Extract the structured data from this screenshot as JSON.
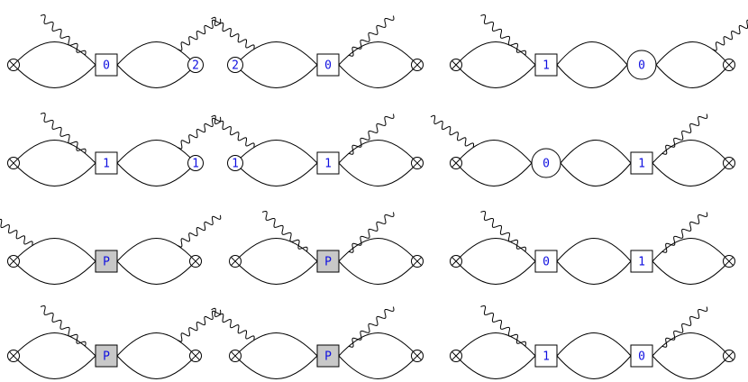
{
  "colors": {
    "line": "#000000",
    "label": "#1010e0",
    "box": "#ffffff",
    "box_shaded": "#c8c8c8"
  },
  "diagrams": [
    {
      "type": "double",
      "vertex": "0",
      "vertex_shaded": false,
      "end_left": "cross",
      "end_right": "2",
      "photons": [
        "left-of-vertex",
        "right-bubble-right"
      ]
    },
    {
      "type": "double",
      "vertex": "0",
      "vertex_shaded": false,
      "end_left": "2",
      "end_right": "cross",
      "photons": [
        "left-bubble-left",
        "right-of-vertex"
      ]
    },
    {
      "type": "triple",
      "box": "1",
      "circle": "0",
      "photons": [
        "left-of-box",
        "right-bubble-right"
      ]
    },
    {
      "type": "double",
      "vertex": "1",
      "vertex_shaded": false,
      "end_left": "cross",
      "end_right": "1",
      "photons": [
        "left-of-vertex",
        "right-bubble-right"
      ]
    },
    {
      "type": "double",
      "vertex": "1",
      "vertex_shaded": false,
      "end_left": "1",
      "end_right": "cross",
      "photons": [
        "left-bubble-left",
        "right-of-vertex"
      ]
    },
    {
      "type": "triple-r",
      "circle": "0",
      "box": "1",
      "photons": [
        "left-bubble-left",
        "right-of-box"
      ]
    },
    {
      "type": "double",
      "vertex": "P",
      "vertex_shaded": true,
      "end_left": "cross",
      "end_right": "cross",
      "photons": [
        "left-bubble-left",
        "right-bubble-right"
      ]
    },
    {
      "type": "double",
      "vertex": "P",
      "vertex_shaded": true,
      "end_left": "cross",
      "end_right": "cross",
      "photons": [
        "left-of-vertex",
        "right-of-vertex"
      ]
    },
    {
      "type": "two-box",
      "box1": "0",
      "box2": "1",
      "photons": [
        "left-of-box1",
        "right-of-box2"
      ]
    },
    {
      "type": "double",
      "vertex": "P",
      "vertex_shaded": true,
      "end_left": "cross",
      "end_right": "cross",
      "photons": [
        "left-of-vertex",
        "right-bubble-right"
      ]
    },
    {
      "type": "double",
      "vertex": "P",
      "vertex_shaded": true,
      "end_left": "cross",
      "end_right": "cross",
      "photons": [
        "left-bubble-left",
        "right-of-vertex"
      ]
    },
    {
      "type": "two-box",
      "box1": "1",
      "box2": "0",
      "photons": [
        "left-of-box1",
        "right-of-box2"
      ]
    }
  ]
}
